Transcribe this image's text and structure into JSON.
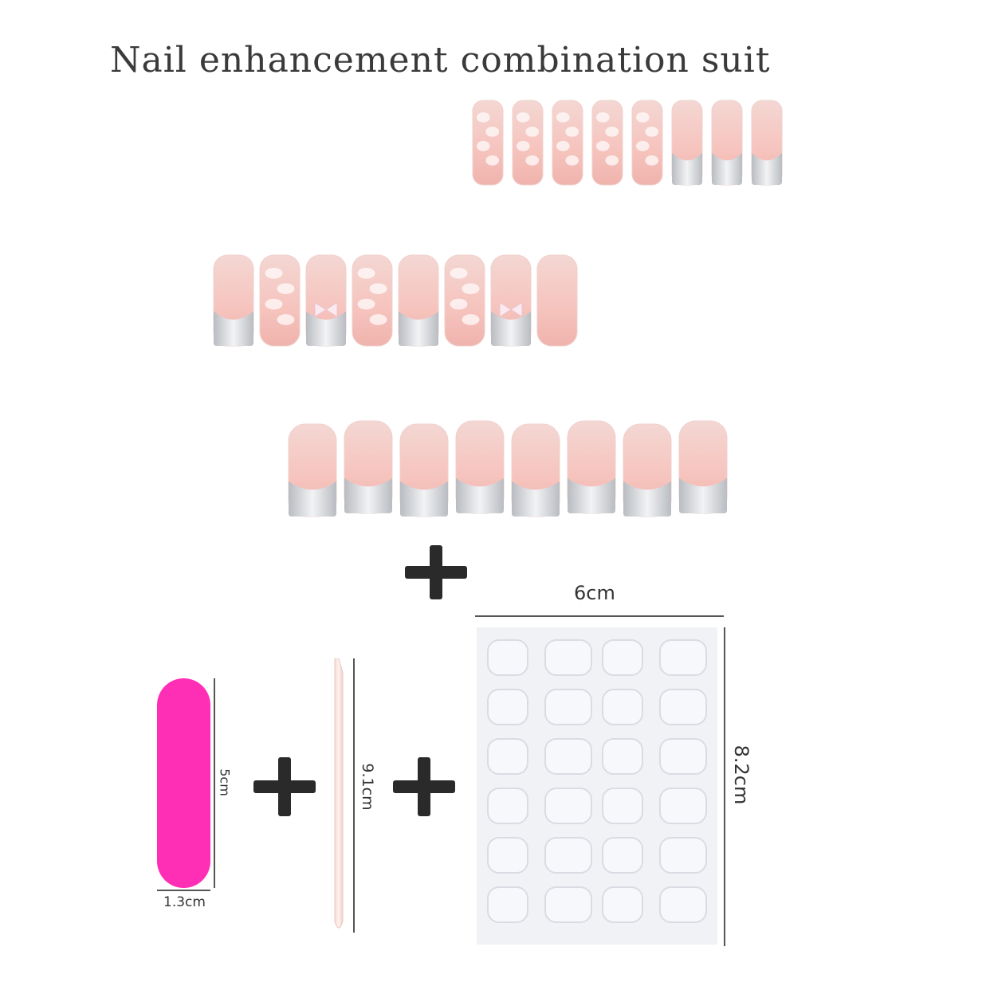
{
  "title": "Nail enhancement combination suit",
  "colors": {
    "nail_pink": "#f7c7c2",
    "nail_tip_silver": "#c9ccd0",
    "file_magenta": "#ff2fb5",
    "plus_dark": "#2a2a2a",
    "sheet_bg": "#f1f2f5"
  },
  "rows": [
    {
      "name": "row-1",
      "count": 8,
      "design": "decorated"
    },
    {
      "name": "row-2",
      "count": 8,
      "design": "decorated-bows"
    },
    {
      "name": "row-3",
      "count": 8,
      "design": "french-silver"
    }
  ],
  "accessories": {
    "nail_file": {
      "width_label": "1.3cm",
      "height_label": "5cm"
    },
    "cuticle_stick": {
      "length_label": "9.1cm"
    },
    "adhesive_sheet": {
      "width_label": "6cm",
      "height_label": "8.2cm",
      "tab_count": 24
    }
  },
  "icons": [
    "plus-icon",
    "plus-icon",
    "plus-icon"
  ]
}
